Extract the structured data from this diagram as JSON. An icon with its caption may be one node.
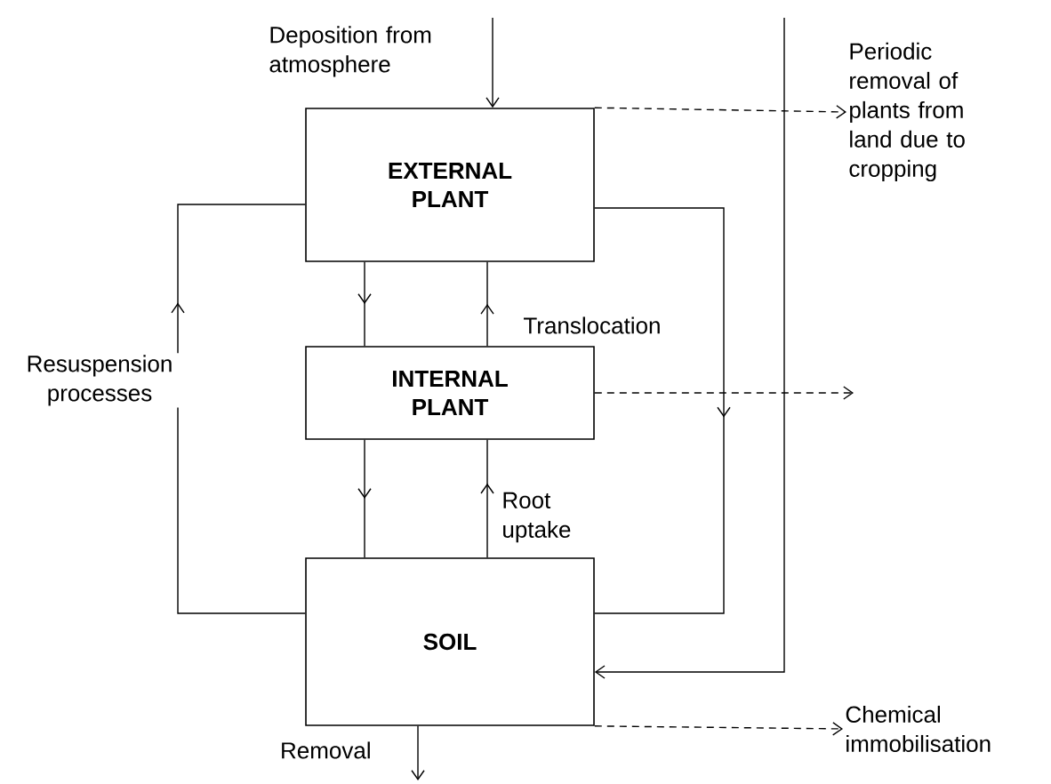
{
  "diagram": {
    "nodes": [
      {
        "text": [
          "EXTERNAL PLANT"
        ]
      },
      {
        "text": [
          "INTERNAL PLANT"
        ]
      },
      {
        "text": [
          "SOIL"
        ]
      },
      {
        "text": [
          "Periodic removal of plants from land due to cropping"
        ]
      },
      {
        "text": [
          "Chemical immobilisation"
        ]
      }
    ],
    "edges": [
      {
        "from": null,
        "to": 0,
        "arrow": "to",
        "label": "Deposition from atmosphere"
      },
      {
        "from": null,
        "to": 2,
        "arrow": "to"
      },
      {
        "from": 0,
        "to": 3,
        "arrow": "to",
        "style": "dashed"
      },
      {
        "from": 0,
        "to": 1,
        "arrow": "to"
      },
      {
        "from": 1,
        "to": 0,
        "arrow": "to",
        "label": "Translocation"
      },
      {
        "from": 1,
        "to": null,
        "arrow": "to",
        "style": "dashed"
      },
      {
        "from": 1,
        "to": 2,
        "arrow": "to"
      },
      {
        "from": 2,
        "to": 1,
        "arrow": "to",
        "label": "Root uptake"
      },
      {
        "from": 2,
        "to": 0,
        "arrow": "to",
        "label": "Resuspension processes"
      },
      {
        "from": 0,
        "to": 2,
        "arrow": "to"
      },
      {
        "from": 2,
        "to": 4,
        "arrow": "to",
        "style": "dashed"
      },
      {
        "from": 2,
        "to": null,
        "arrow": "to",
        "label": "Removal"
      }
    ]
  }
}
